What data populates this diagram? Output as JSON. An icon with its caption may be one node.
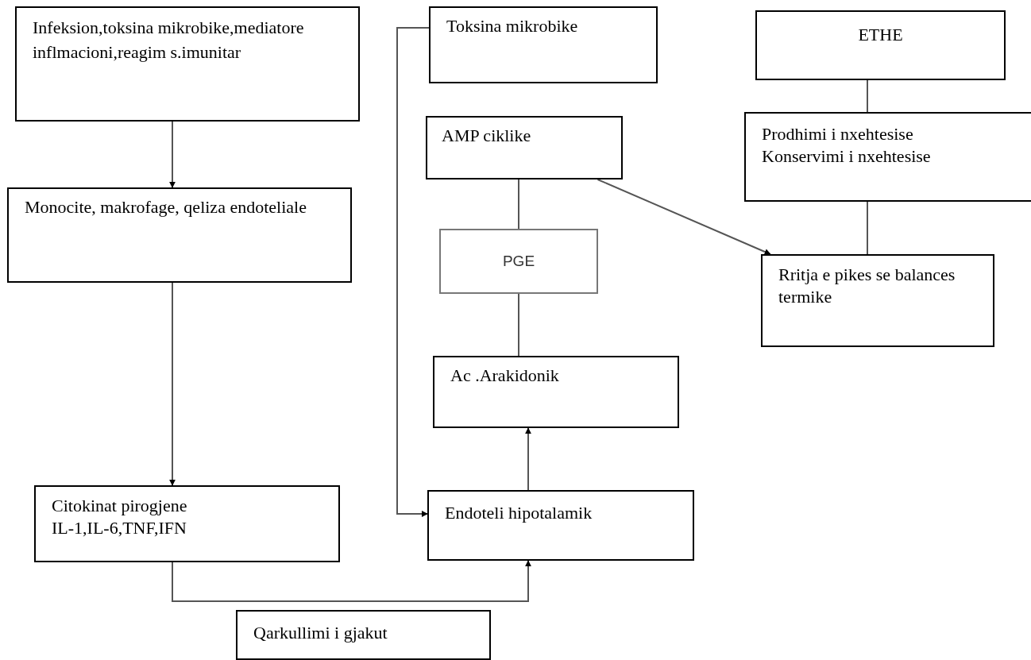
{
  "diagram": {
    "nodes": [
      {
        "text": [
          "Infeksion,toksina mikrobike,mediatore inflmacioni,reagim s.imunitar"
        ]
      },
      {
        "text": [
          "Monocite, makrofage, qeliza endoteliale"
        ]
      },
      {
        "text": [
          "Citokinat pirogjene",
          "IL-1,IL-6,TNF,IFN"
        ]
      },
      {
        "text": [
          "Qarkullimi i gjakut"
        ]
      },
      {
        "text": [
          "Toksina mikrobike"
        ]
      },
      {
        "text": [
          "AMP ciklike"
        ]
      },
      {
        "text": [
          "PGE"
        ]
      },
      {
        "text": [
          "Ac .Arakidonik"
        ]
      },
      {
        "text": [
          "Endoteli hipotalamik"
        ]
      },
      {
        "text": [
          "ETHE"
        ]
      },
      {
        "text": [
          "Prodhimi i nxehtesise",
          "Konservimi i nxehtesise"
        ]
      },
      {
        "text": [
          "Rritja e pikes se balances termike"
        ]
      }
    ],
    "edges": [
      {
        "from": 0,
        "to": 1,
        "arrow": "to"
      },
      {
        "from": 1,
        "to": 2,
        "arrow": "to"
      },
      {
        "from": 2,
        "to": 8,
        "arrow": "to"
      },
      {
        "from": 4,
        "to": 8,
        "arrow": "to"
      },
      {
        "from": 8,
        "to": 7,
        "arrow": "to"
      },
      {
        "from": 7,
        "to": 6,
        "arrow": "none"
      },
      {
        "from": 6,
        "to": 5,
        "arrow": "none"
      },
      {
        "from": 5,
        "to": 11,
        "arrow": "to"
      },
      {
        "from": 9,
        "to": 10,
        "arrow": "none"
      },
      {
        "from": 10,
        "to": 11,
        "arrow": "none"
      }
    ]
  }
}
